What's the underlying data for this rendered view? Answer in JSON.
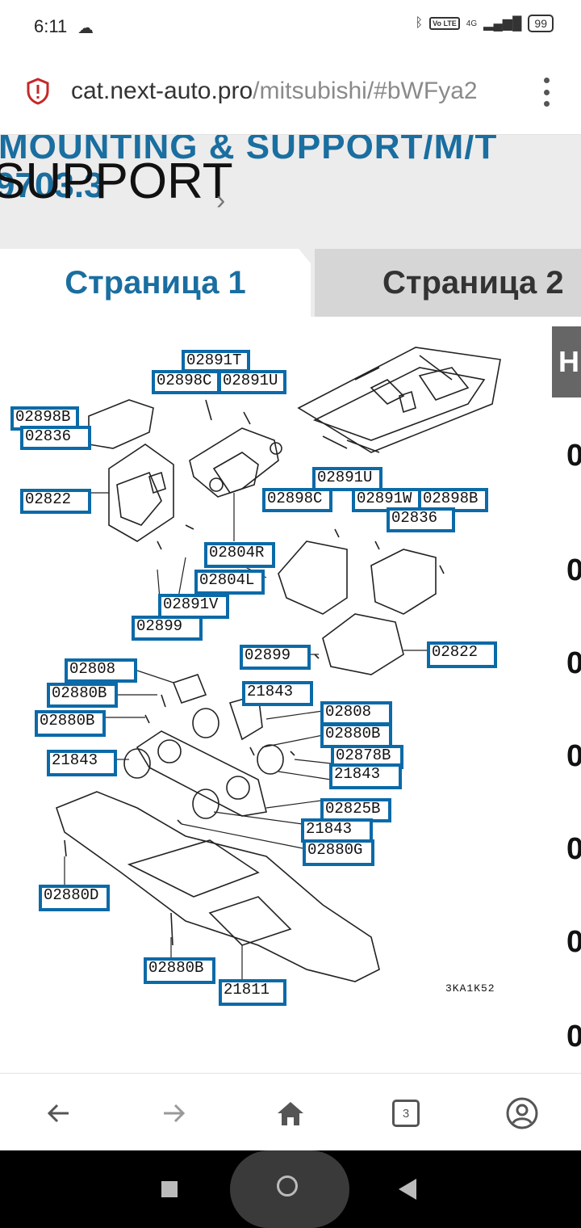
{
  "status_bar": {
    "time": "6:11",
    "network": "4G",
    "volte": "Vo LTE",
    "battery": "99"
  },
  "address_bar": {
    "domain": "cat.next-auto.pro",
    "path": "/mitsubishi/#bWFya2"
  },
  "page_title": {
    "line1": "MOUNTING & SUPPORT/M/T",
    "line2": "9703.3",
    "overlay": "SUPPORT"
  },
  "tabs": [
    {
      "label": "Страница 1"
    },
    {
      "label": "Страница 2"
    }
  ],
  "diagram": {
    "figure_code": "3KA1K52",
    "callouts": [
      "02891T",
      "02898C",
      "02891U",
      "02898B",
      "02836",
      "02822",
      "02804R",
      "02804L",
      "02891V",
      "02899",
      "02891U",
      "02898C",
      "02891W",
      "02898B",
      "02836",
      "02899",
      "02822",
      "02808",
      "02880B",
      "02880B",
      "21843",
      "02808",
      "02880B",
      "21843",
      "02878B",
      "21843",
      "02825B",
      "21843",
      "02880G",
      "02880D",
      "02880B",
      "21811"
    ]
  },
  "side_column": {
    "header": "H",
    "values": [
      "0",
      "0",
      "0",
      "0",
      "0",
      "0",
      "0"
    ]
  },
  "bottom_nav": {
    "tab_count": "3"
  }
}
